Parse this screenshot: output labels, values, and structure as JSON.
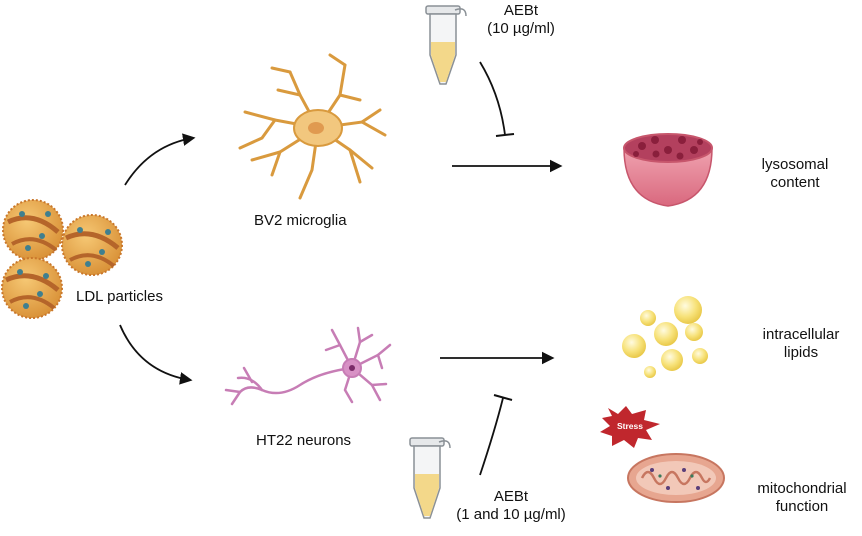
{
  "labels": {
    "ldl": "LDL particles",
    "microglia": "BV2 microglia",
    "neurons": "HT22 neurons",
    "aebt_top": {
      "line1": "AEBt",
      "line2": "(10 µg/ml)"
    },
    "aebt_bottom": {
      "line1": "AEBt",
      "line2": "(1 and 10 µg/ml)"
    },
    "lysosomal": {
      "line1": "lysosomal",
      "line2": "content"
    },
    "lipids": {
      "line1": "intracellular",
      "line2": "lipids"
    },
    "mito": {
      "line1": "mitochondrial",
      "line2": "function"
    },
    "stress_badge": "Stress"
  },
  "icons": [
    "ldl-particle-icon",
    "microglia-cell-icon",
    "neuron-cell-icon",
    "test-tube-icon",
    "lysosome-bowl-icon",
    "lipid-droplet-icon",
    "stress-badge-icon",
    "mitochondrion-icon"
  ],
  "colors": {
    "ldl_fill": "#e8a94a",
    "ldl_stripe": "#c9772b",
    "ldl_dot": "#3f7f8f",
    "microglia": "#f2c77e",
    "microglia_stroke": "#d99a3e",
    "neuron": "#c77db5",
    "tube_liquid": "#f3d88a",
    "bowl": "#e78a9a",
    "bowl_inner": "#b3405e",
    "lysosome_dot": "#8a1f3c",
    "lipid": "#f7e27a",
    "stress": "#c0272d",
    "mito_outer": "#d98e72",
    "arrow": "#111111"
  }
}
